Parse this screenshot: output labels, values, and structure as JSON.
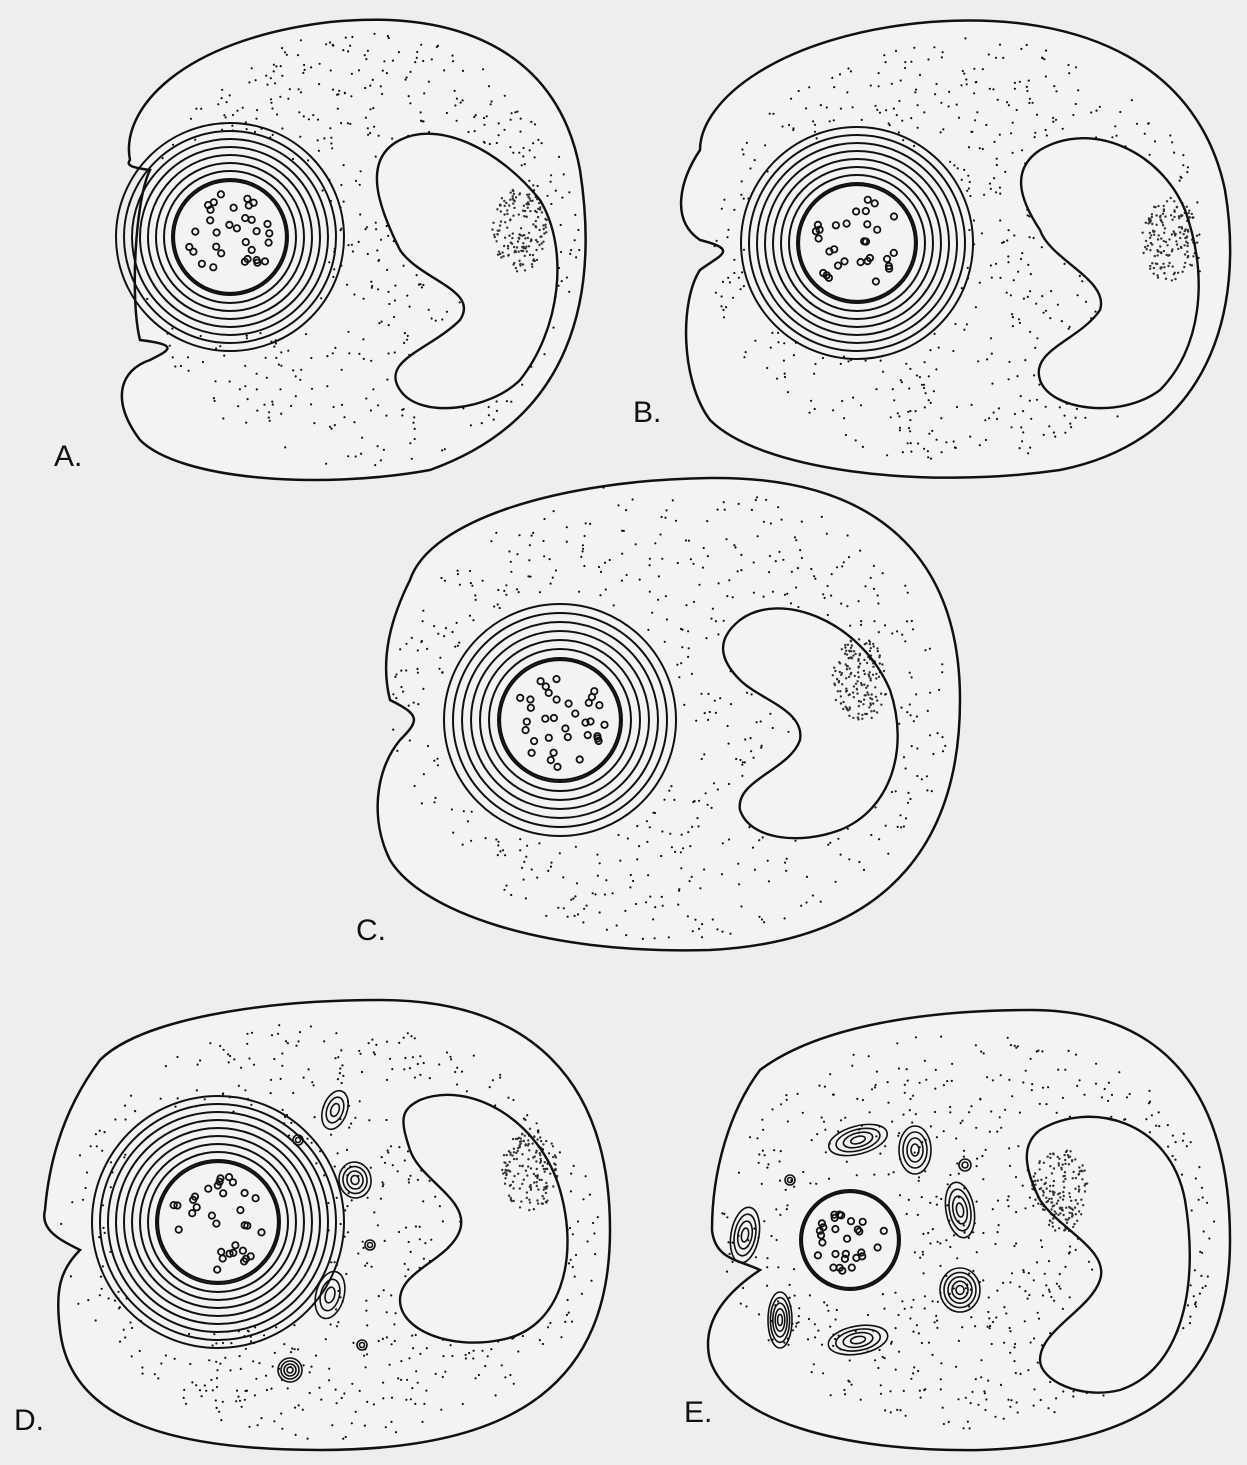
{
  "figure": {
    "background": "#eeeeee",
    "cell_fill": "#f3f3f3",
    "ink": "#111111",
    "panels": [
      {
        "id": "A",
        "label": "A.",
        "lamellae_rings": 8,
        "detached_whorls": 0
      },
      {
        "id": "B",
        "label": "B.",
        "lamellae_rings": 8,
        "detached_whorls": 0
      },
      {
        "id": "C",
        "label": "C.",
        "lamellae_rings": 7,
        "detached_whorls": 0
      },
      {
        "id": "D",
        "label": "D.",
        "lamellae_rings": 9,
        "detached_whorls": 7
      },
      {
        "id": "E",
        "label": "E.",
        "lamellae_rings": 1,
        "detached_whorls": 9
      }
    ]
  }
}
